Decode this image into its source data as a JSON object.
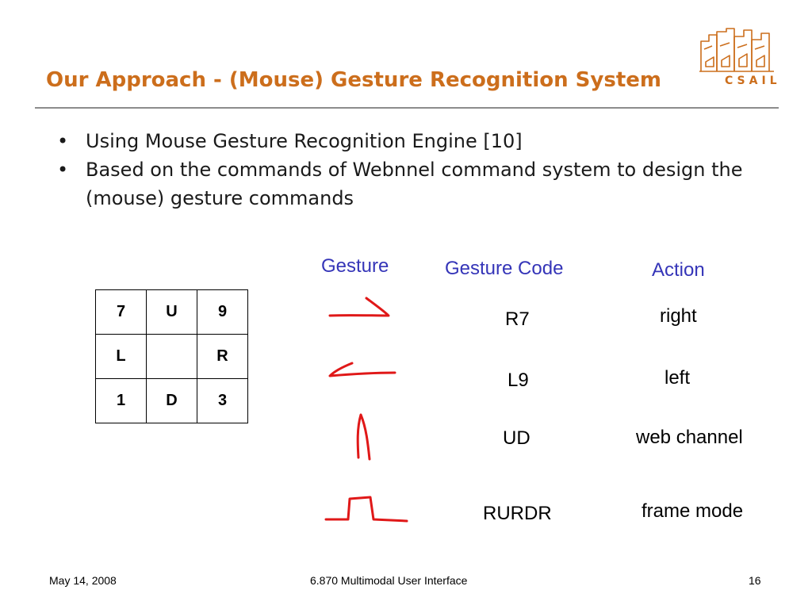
{
  "slide": {
    "title": "Our Approach - (Mouse) Gesture Recognition System",
    "logo_text": "CSAIL",
    "bullets": [
      "Using Mouse Gesture Recognition Engine [10]",
      "Based on the commands of Webnnel command system to design the (mouse) gesture commands"
    ]
  },
  "direction_grid": [
    [
      "7",
      "U",
      "9"
    ],
    [
      "L",
      "",
      "R"
    ],
    [
      "1",
      "D",
      "3"
    ]
  ],
  "gesture_table": {
    "headers": {
      "gesture": "Gesture",
      "code": "Gesture Code",
      "action": "Action"
    },
    "rows": [
      {
        "gesture_icon": "right-then-down-stroke",
        "code": "R7",
        "action": "right"
      },
      {
        "gesture_icon": "left-arrow-stroke",
        "code": "L9",
        "action": "left"
      },
      {
        "gesture_icon": "up-down-stroke",
        "code": "UD",
        "action": "web channel"
      },
      {
        "gesture_icon": "square-pulse-stroke",
        "code": "RURDR",
        "action": "frame mode"
      }
    ]
  },
  "footer": {
    "date": "May 14, 2008",
    "course": "6.870 Multimodal User Interface",
    "page_number": "16"
  },
  "colors": {
    "title": "#cc6e1c",
    "header_blue": "#3535b8",
    "gesture_red": "#e01818",
    "rule_gray": "#8c8c8c"
  }
}
